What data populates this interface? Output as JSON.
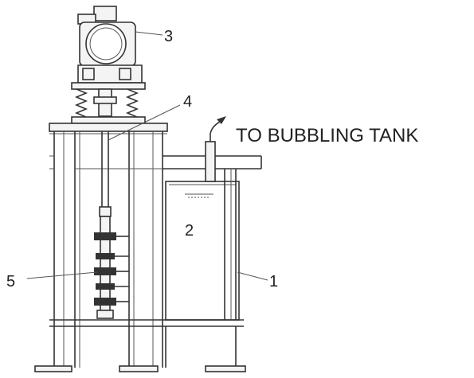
{
  "labels": {
    "pipe_label": "TO BUBBLING TANK",
    "part_1": "1",
    "part_2": "2",
    "part_3": "3",
    "part_4": "4",
    "part_5": "5"
  }
}
